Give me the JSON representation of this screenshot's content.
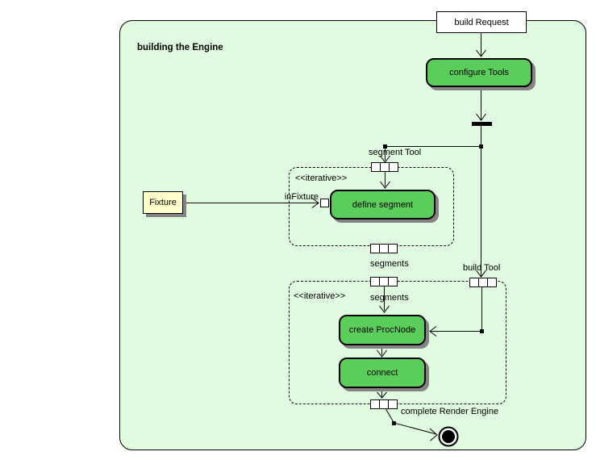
{
  "diagram": {
    "frame_label": "building the Engine",
    "nodes": {
      "build_request": "build Request",
      "configure_tools": "configure Tools",
      "define_segment": "define segment",
      "create_procnode": "create ProcNode",
      "connect": "connect",
      "fixture": "Fixture"
    },
    "pins": {
      "segment_tool": "segment Tool",
      "segments_out": "segments",
      "segments_in": "segments",
      "build_tool": "build Tool",
      "complete_render_engine": "complete Render Engine"
    },
    "edge_labels": {
      "in_fixture": "inFixture"
    },
    "stereotypes": {
      "iterative_region_1": "<<iterative>>",
      "iterative_region_2": "<<iterative>>"
    },
    "colors": {
      "frame_fill": "#E1FBE1",
      "action_fill": "#5BCD5B",
      "object_fill": "#FFFFCC",
      "shadow": "#848484",
      "line": "#000000"
    }
  }
}
